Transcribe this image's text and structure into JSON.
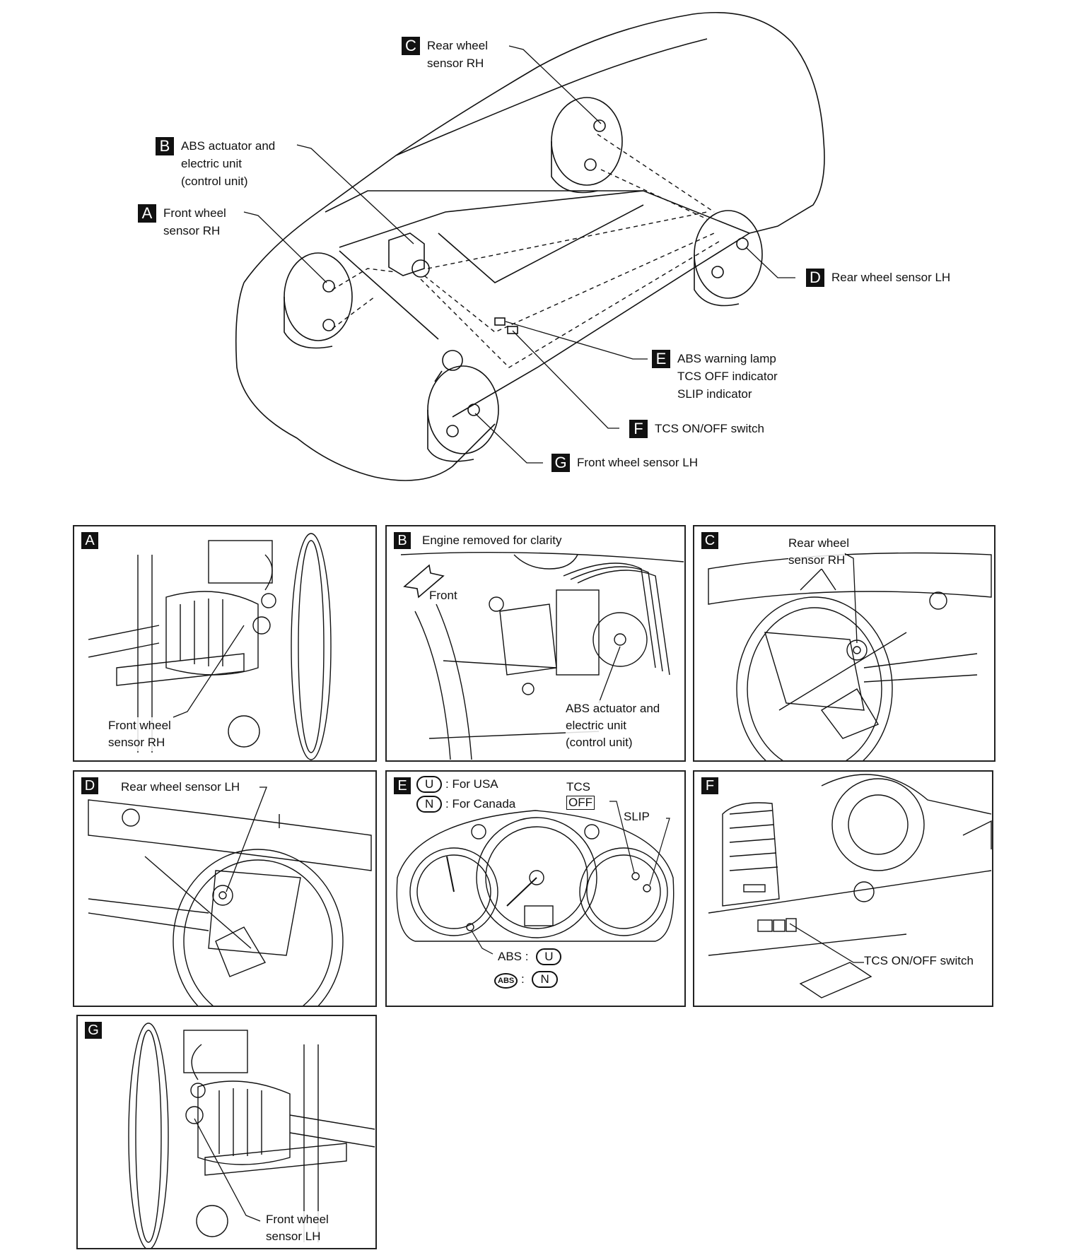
{
  "overview": {
    "labels": [
      {
        "id": "C",
        "text": [
          "Rear wheel",
          "sensor RH"
        ]
      },
      {
        "id": "B",
        "text": [
          "ABS actuator and",
          "electric unit",
          "(control unit)"
        ]
      },
      {
        "id": "A",
        "text": [
          "Front wheel",
          "sensor RH"
        ]
      },
      {
        "id": "D",
        "text": [
          "Rear wheel sensor LH"
        ]
      },
      {
        "id": "E",
        "text": [
          "ABS warning lamp",
          "TCS OFF indicator",
          "SLIP indicator"
        ]
      },
      {
        "id": "F",
        "text": [
          "TCS ON/OFF switch"
        ]
      },
      {
        "id": "G",
        "text": [
          "Front wheel sensor LH"
        ]
      }
    ]
  },
  "panels": {
    "A": {
      "badge": "A",
      "label1": "Front wheel",
      "label2": "sensor RH"
    },
    "B": {
      "badge": "B",
      "title": "Engine removed for clarity",
      "front": "Front",
      "label1": "ABS actuator and",
      "label2": "electric unit",
      "label3": "(control unit)"
    },
    "C": {
      "badge": "C",
      "label1": "Rear wheel",
      "label2": "sensor RH"
    },
    "D": {
      "badge": "D",
      "label1": "Rear wheel sensor LH"
    },
    "E": {
      "badge": "E",
      "u": "U",
      "usa": ": For USA",
      "n": "N",
      "canada": ": For Canada",
      "tcs": "TCS",
      "off": "OFF",
      "slip": "SLIP",
      "abs": "ABS :",
      "abs_icon": "ABS",
      "colon": ":"
    },
    "F": {
      "badge": "F",
      "label1": "TCS ON/OFF switch"
    },
    "G": {
      "badge": "G",
      "label1": "Front wheel",
      "label2": "sensor LH"
    }
  }
}
